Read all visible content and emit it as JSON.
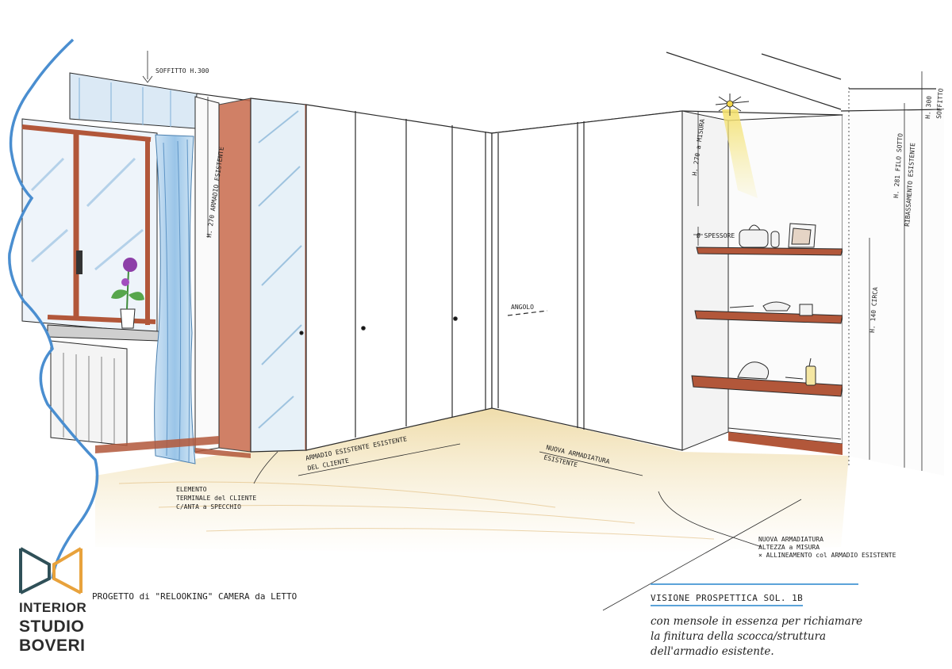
{
  "labels": {
    "soffitto_top": "SOFFITTO H.300",
    "h270_armadio": "H. 270 ARMADIO ESISTENTE",
    "h270_misura": "H. 270 a MISURA",
    "h281_filo": "H. 281 FILO SOTTO",
    "h281_sub": "RIBASSAMENTO ESISTENTE",
    "h300": "H. 300",
    "h300_sub": "SOFFITTO",
    "h140": "H. 140 CIRCA",
    "spessore": "Ø SPESSORE",
    "angolo": "ANGOLO",
    "elemento": "ELEMENTO\nTERMINALE del CLIENTE\nC/ANTA a SPECCHIO",
    "armadio_esistente": "ARMADIO ESISTENTE ESISTENTE\nDEL CLIENTE",
    "nuova_armadiatura": "NUOVA ARMADIATURA\nESISTENTE",
    "nuova_misura": "NUOVA ARMADIATURA\nALTEZZA a MISURA\n× ALLINEAMENTO col ARMADIO ESISTENTE"
  },
  "project": "PROGETTO di \"RELOOKING\" CAMERA da LETTO",
  "caption": {
    "title": "VISIONE PROSPETTICA SOL. 1B",
    "description": "con mensole in essenza per richiamare\nla finitura della scocca/struttura\ndell'armadio esistente."
  },
  "logo": {
    "line1": "INTERIOR",
    "line2": "STUDIO",
    "line3": "BOVERI",
    "color_mark_dark": "#2f5058",
    "color_mark_light": "#e8a23c"
  },
  "colors": {
    "wood": "#b2573a",
    "glass_blue": "#7fb6de",
    "floor": "#e9d49b",
    "line": "#2a2a2a"
  }
}
